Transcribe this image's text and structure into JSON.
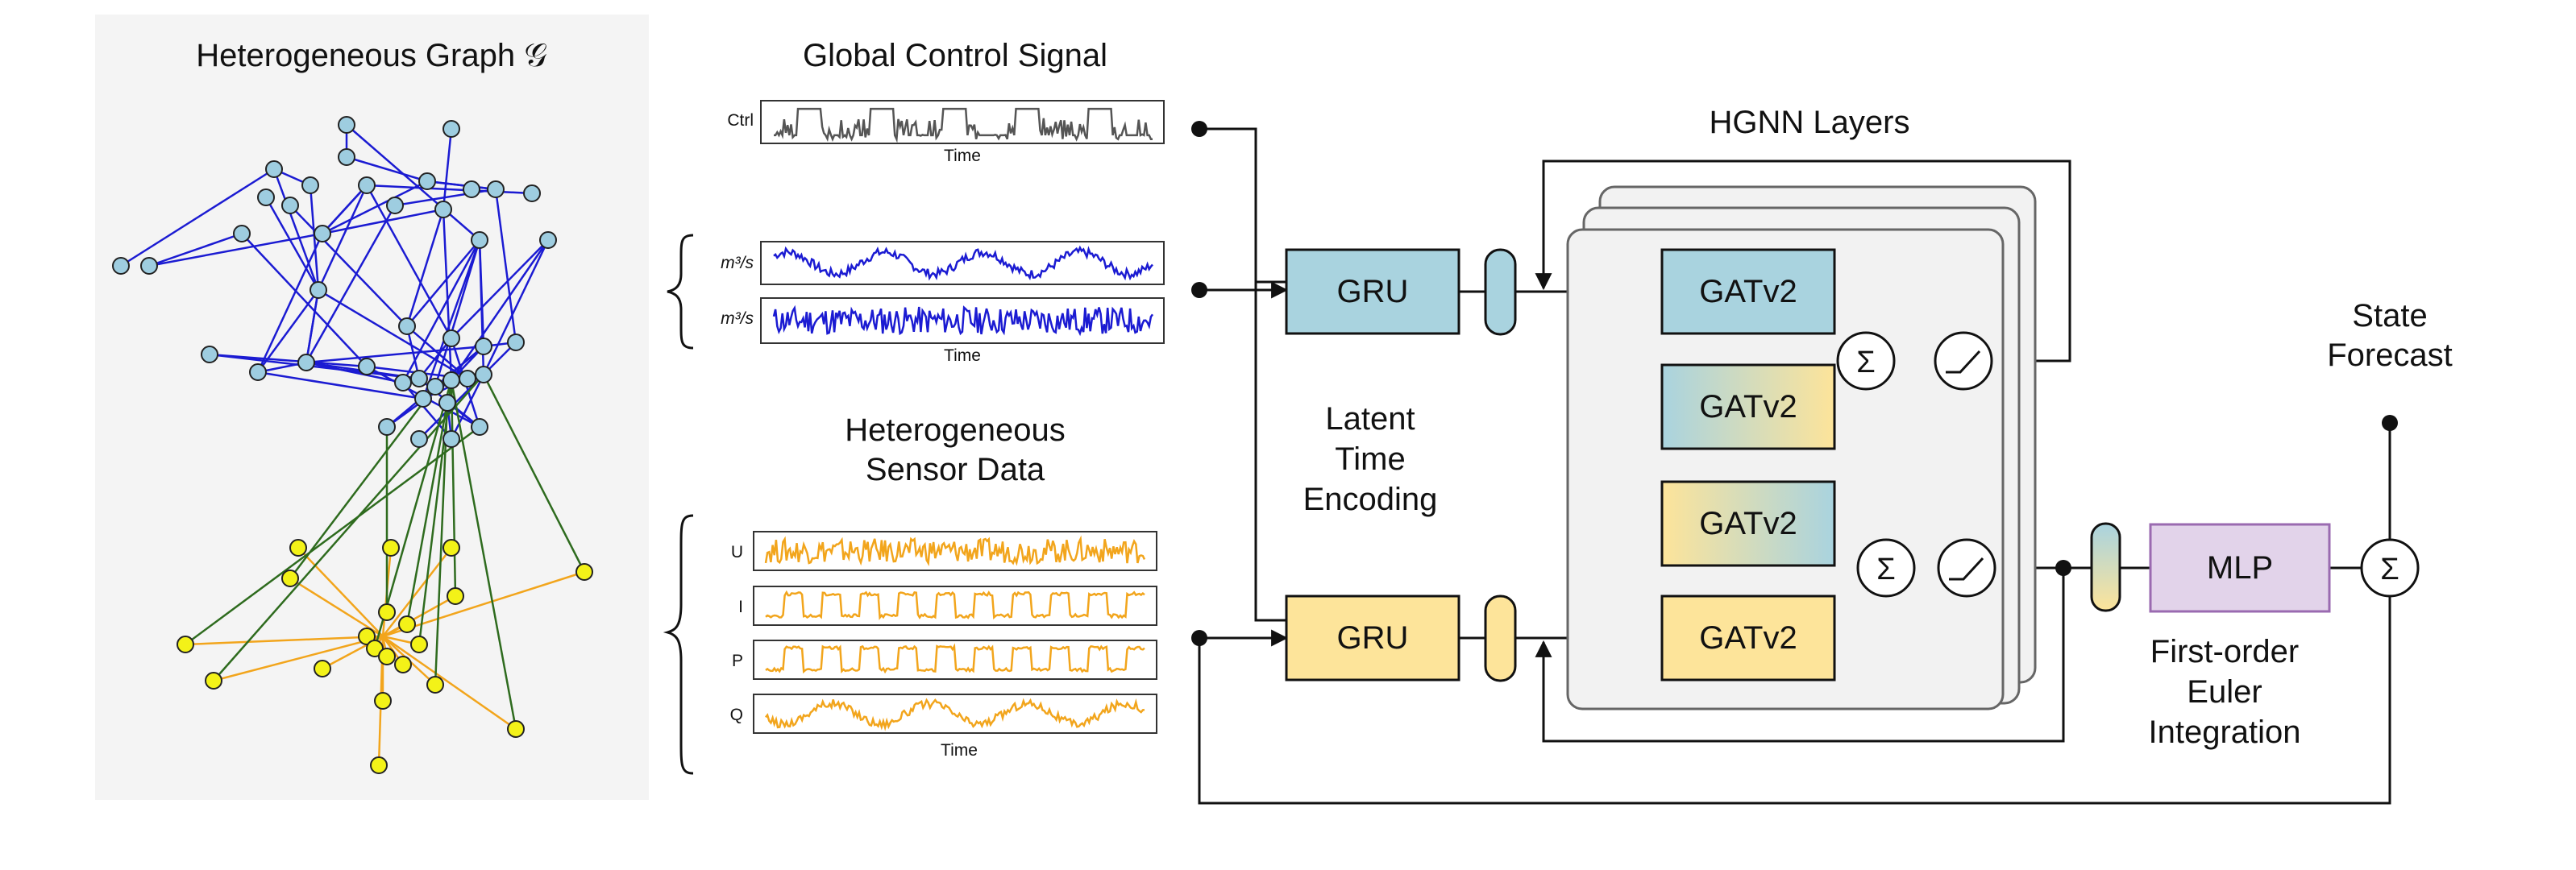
{
  "graph_panel": {
    "title": "Heterogeneous Graph 𝒢"
  },
  "control": {
    "title": "Global Control Signal",
    "channel": "Ctrl",
    "axis": "Time"
  },
  "flow": {
    "unit": "m³/s",
    "axis": "Time"
  },
  "sensor": {
    "title_line1": "Heterogeneous",
    "title_line2": "Sensor Data",
    "channels": [
      "U",
      "I",
      "P",
      "Q"
    ],
    "axis": "Time"
  },
  "hgnn": {
    "title": "HGNN Layers",
    "gru_top": "GRU",
    "gru_bottom": "GRU",
    "gat_labels": [
      "GATv2",
      "GATv2",
      "GATv2",
      "GATv2"
    ],
    "latent_line1": "Latent",
    "latent_line2": "Time",
    "latent_line3": "Encoding"
  },
  "output": {
    "mlp": "MLP",
    "state_line1": "State",
    "state_line2": "Forecast",
    "euler_line1": "First-order",
    "euler_line2": "Euler",
    "euler_line3": "Integration",
    "sum_symbol": "Σ"
  },
  "colors": {
    "gru_top": "#a9d3df",
    "gru_bottom": "#fde49a",
    "mlp": "#e2d3ea",
    "blue_edge": "#1b1bd2",
    "green_edge": "#2e6b1e",
    "orange_edge": "#f2a51c",
    "blue_node": "#9ecde0",
    "yellow_node": "#f3f218"
  }
}
